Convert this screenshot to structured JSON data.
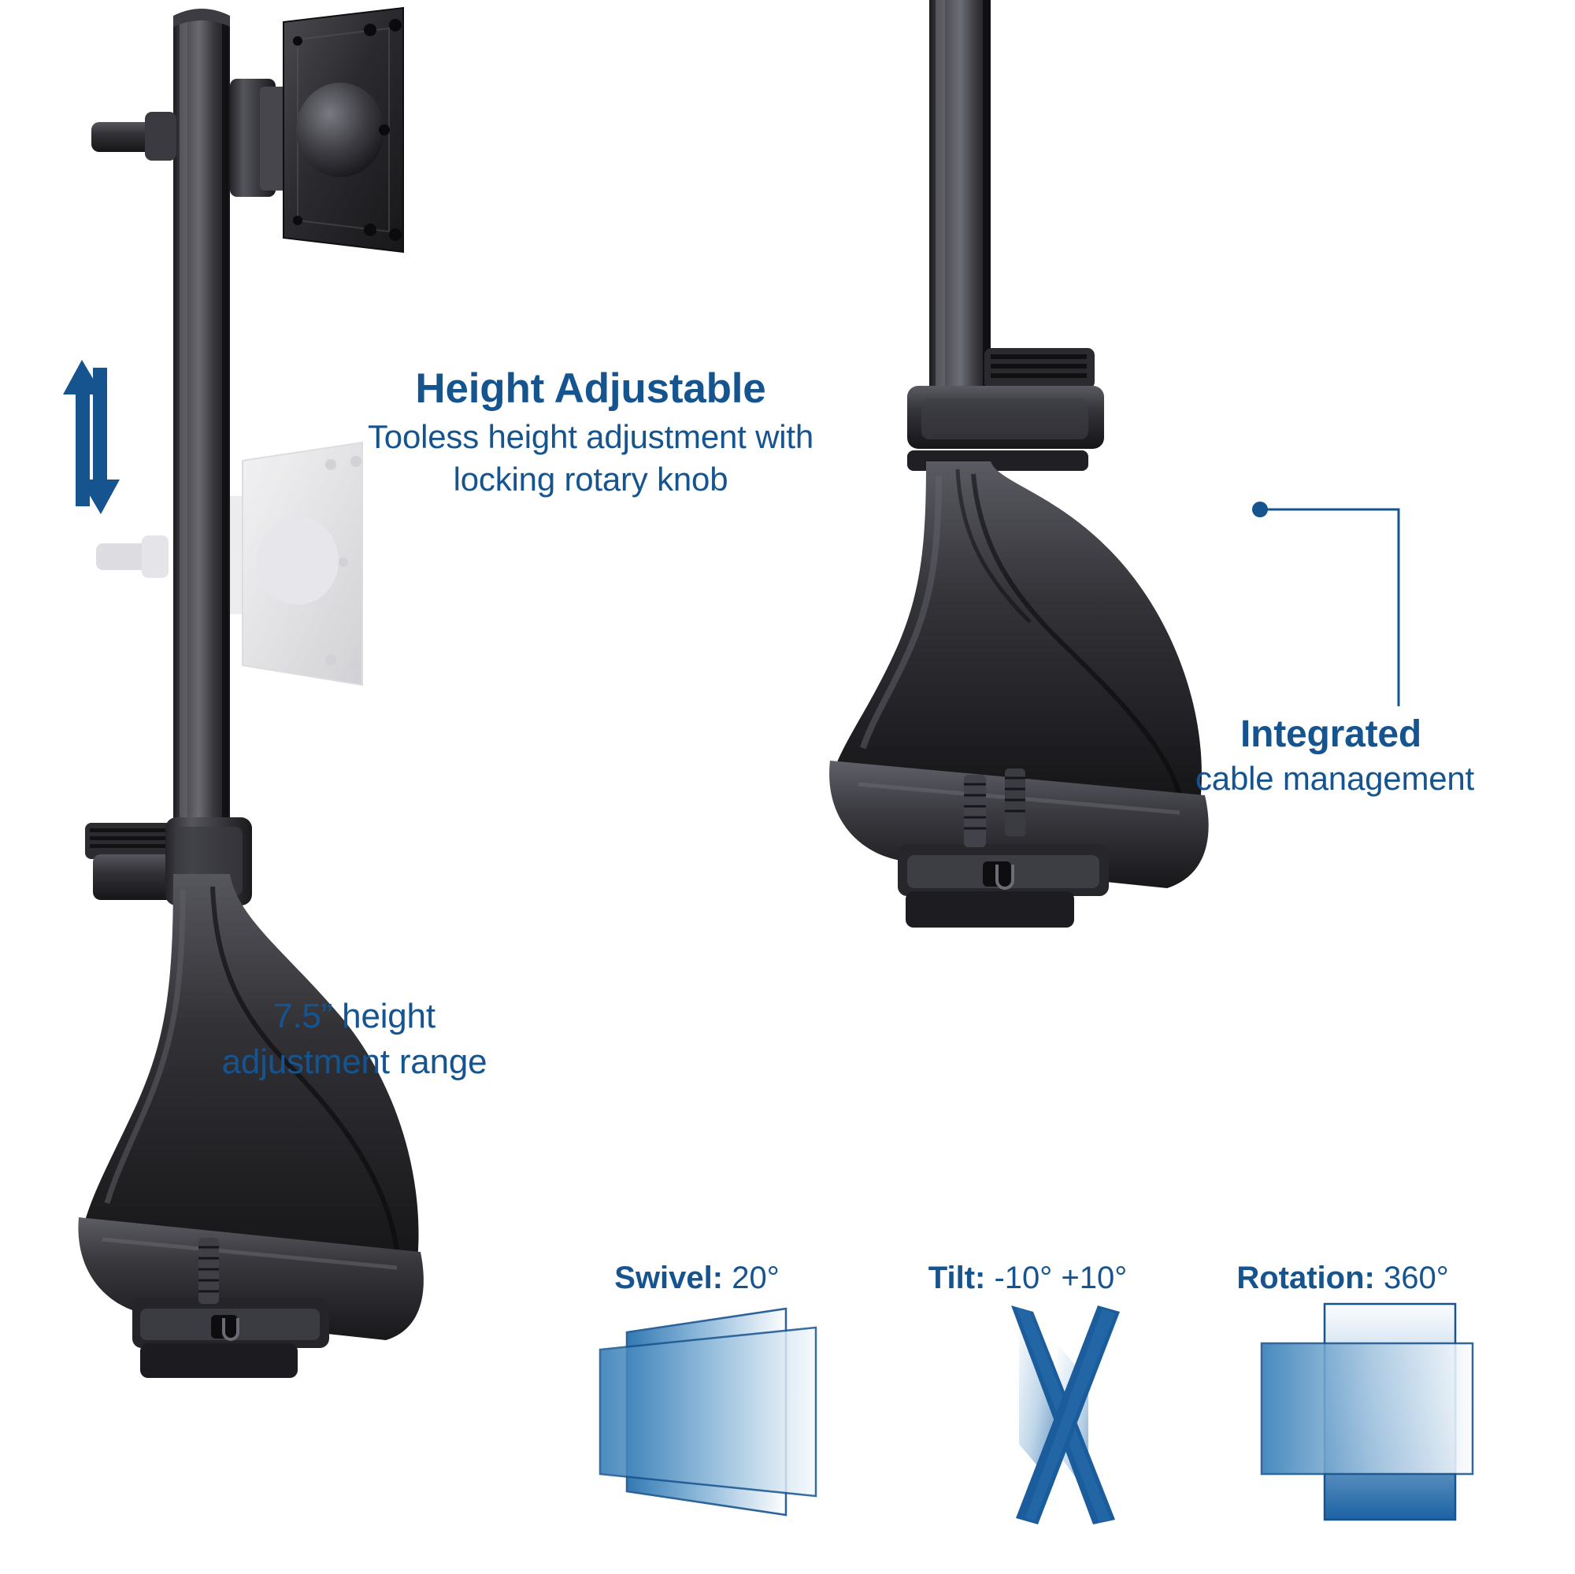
{
  "page": {
    "background_color": "#ffffff",
    "accent_color": "#15548f",
    "product": "monitor desk mount stand"
  },
  "features": [
    {
      "id": "height-adjustable",
      "title": "Height Adjustable",
      "subtitle_line1": "Tooless height adjustment with",
      "subtitle_line2": "locking rotary knob"
    },
    {
      "id": "height-range",
      "line1": "7.5” height",
      "line2": "adjustment range"
    },
    {
      "id": "cable-management",
      "title": "Integrated",
      "subtitle": "cable management"
    }
  ],
  "height_feature": {
    "title": "Height Adjustable",
    "subtitle": "Tooless height adjustment with\nlocking rotary knob",
    "subtitle_line1": "Tooless height adjustment with",
    "subtitle_line2": "locking rotary knob"
  },
  "range_feature": {
    "line1": "7.5” height",
    "line2": "adjustment range",
    "text": "7.5” height adjustment range"
  },
  "cable_feature": {
    "title": "Integrated",
    "subtitle": "cable management"
  },
  "specs": [
    {
      "id": "swivel",
      "key": "Swivel:",
      "value": "20°",
      "icon": "two-overlapping-angled-screens-icon"
    },
    {
      "id": "tilt",
      "key": "Tilt:",
      "value": "-10° +10°",
      "icon": "crossed-edge-on-screens-x-icon"
    },
    {
      "id": "rotation",
      "key": "Rotation:",
      "value": "360°",
      "icon": "portrait-landscape-overlap-icon"
    }
  ],
  "icons": {
    "height_arrow": "up-down-arrow-icon",
    "cable_leader": "callout-leader-line-icon",
    "product_left": "monitor-mount-side-view-photo",
    "product_right": "monitor-mount-cable-management-photo"
  },
  "colors": {
    "accent": "#15548f",
    "accent_dark": "#0d4475",
    "gradient_light": "#f4f8fc",
    "gradient_mid": "#6c9fcd",
    "gradient_deep": "#1b5e9c",
    "product_dark": "#2c2c2e",
    "product_mid": "#4a4a4d",
    "product_ghost": "#e8e8ea"
  }
}
